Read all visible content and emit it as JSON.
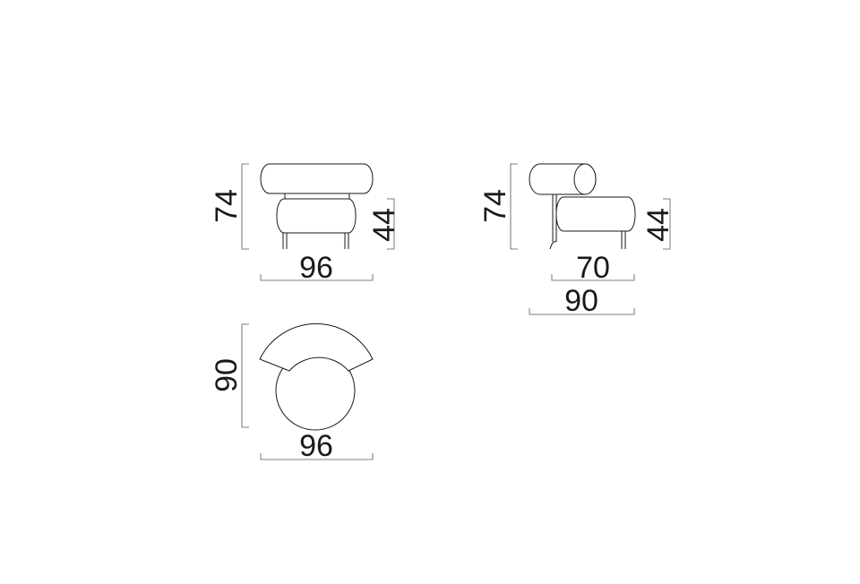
{
  "front_view": {
    "height": "74",
    "seat_height": "44",
    "width": "96"
  },
  "side_view": {
    "height": "74",
    "seat_height": "44",
    "seat_depth": "70",
    "depth": "90"
  },
  "top_view": {
    "depth": "90",
    "width": "96"
  },
  "colors": {
    "line": "#1a1a1a",
    "dimension": "#555555",
    "background": "#ffffff"
  }
}
